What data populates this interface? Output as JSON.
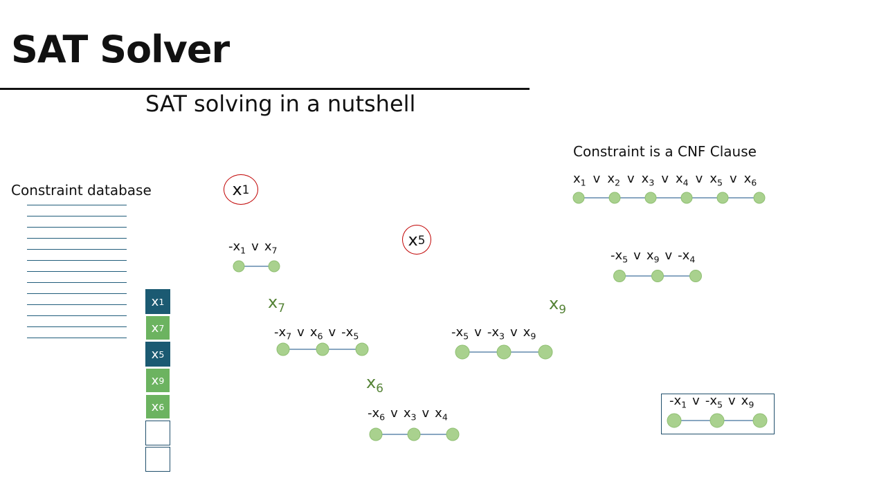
{
  "title": "SAT Solver",
  "subtitle": "SAT solving in a nutshell",
  "constraint_db_label": "Constraint database",
  "cnf_label": "Constraint is a CNF Clause",
  "decisions": {
    "x1": {
      "v": "x",
      "s": "1"
    },
    "x5": {
      "v": "x",
      "s": "5"
    }
  },
  "implications": {
    "x7": {
      "v": "x",
      "s": "7"
    },
    "x9": {
      "v": "x",
      "s": "9"
    },
    "x6": {
      "v": "x",
      "s": "6"
    }
  },
  "trail_stack": [
    {
      "v": "x",
      "s": "1",
      "kind": "decision"
    },
    {
      "v": "x",
      "s": "7",
      "kind": "implied"
    },
    {
      "v": "x",
      "s": "5",
      "kind": "decision"
    },
    {
      "v": "x",
      "s": "9",
      "kind": "implied"
    },
    {
      "v": "x",
      "s": "6",
      "kind": "implied"
    },
    {
      "v": "",
      "s": "",
      "kind": "empty"
    },
    {
      "v": "",
      "s": "",
      "kind": "empty"
    }
  ],
  "clauses": {
    "cnf_example": [
      [
        "x",
        "1"
      ],
      [
        "x",
        "2"
      ],
      [
        "x",
        "3"
      ],
      [
        "x",
        "4"
      ],
      [
        "x",
        "5"
      ],
      [
        "x",
        "6"
      ]
    ],
    "c1": [
      [
        "-x",
        "1"
      ],
      [
        "x",
        "7"
      ]
    ],
    "c2": [
      [
        "-x",
        "5"
      ],
      [
        "x",
        "9"
      ],
      [
        "-x",
        "4"
      ]
    ],
    "c3": [
      [
        "-x",
        "7"
      ],
      [
        "x",
        "6"
      ],
      [
        "-x",
        "5"
      ]
    ],
    "c4": [
      [
        "-x",
        "5"
      ],
      [
        "-x",
        "3"
      ],
      [
        "x",
        "9"
      ]
    ],
    "c5": [
      [
        "-x",
        "6"
      ],
      [
        "x",
        "3"
      ],
      [
        "x",
        "4"
      ]
    ],
    "c6": [
      [
        "-x",
        "1"
      ],
      [
        "-x",
        "5"
      ],
      [
        "x",
        "9"
      ]
    ]
  },
  "or_symbol": "v",
  "colors": {
    "node_fill": "#a9d18e",
    "node_stroke": "#8fbf72",
    "edge": "#41719c",
    "implied_green": "#548235",
    "decision_circle": "#c00000",
    "stack_dark": "#1b5a72",
    "stack_green": "#6cb360"
  }
}
